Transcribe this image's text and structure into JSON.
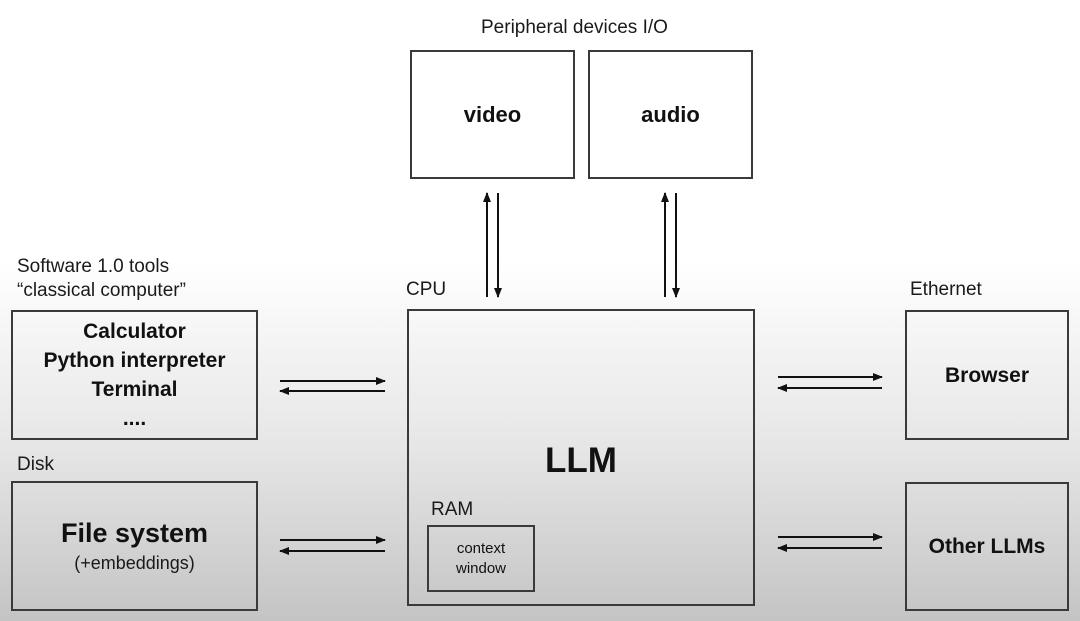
{
  "labels": {
    "peripheral": "Peripheral devices I/O",
    "software_line1": "Software 1.0 tools",
    "software_line2": "“classical computer”",
    "cpu": "CPU",
    "ethernet": "Ethernet",
    "disk": "Disk",
    "ram": "RAM"
  },
  "boxes": {
    "video": "video",
    "audio": "audio",
    "tools": [
      "Calculator",
      "Python interpreter",
      "Terminal",
      "...."
    ],
    "file_system": "File system",
    "file_system_sub": "(+embeddings)",
    "llm": "LLM",
    "context_window": [
      "context",
      "window"
    ],
    "browser": "Browser",
    "other_llms": "Other LLMs"
  },
  "connections": [
    {
      "from": "LLM",
      "to": "video",
      "direction": "bidirectional"
    },
    {
      "from": "LLM",
      "to": "audio",
      "direction": "bidirectional"
    },
    {
      "from": "Software 1.0 tools",
      "to": "LLM",
      "direction": "bidirectional"
    },
    {
      "from": "File system",
      "to": "LLM",
      "direction": "bidirectional"
    },
    {
      "from": "LLM",
      "to": "Browser",
      "direction": "bidirectional"
    },
    {
      "from": "LLM",
      "to": "Other LLMs",
      "direction": "bidirectional"
    }
  ],
  "colors": {
    "stroke": "#3a3a3a",
    "text": "#111111"
  }
}
